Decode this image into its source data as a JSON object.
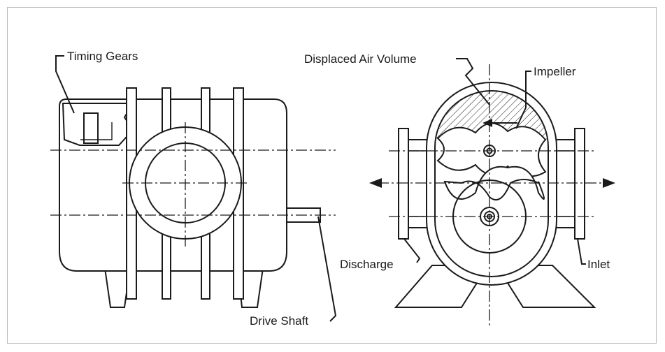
{
  "labels": {
    "timing_gears": "Timing Gears",
    "drive_shaft": "Drive Shaft",
    "displaced_air_volume": "Displaced Air Volume",
    "impeller": "Impeller",
    "discharge": "Discharge",
    "inlet": "Inlet"
  },
  "colors": {
    "line": "#1a1a1a",
    "frame_border": "#b9b9b9",
    "background": "#ffffff"
  }
}
